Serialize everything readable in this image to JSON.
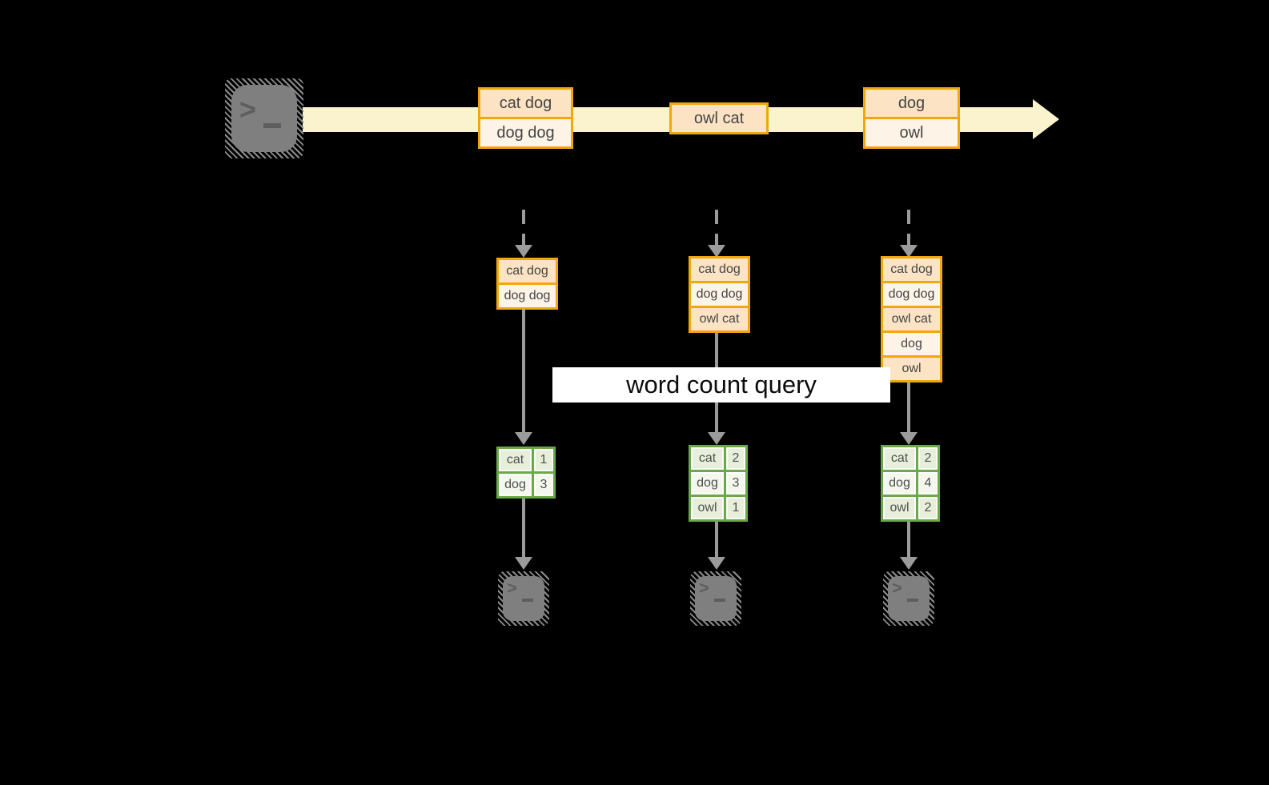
{
  "label": {
    "text": "word count query"
  },
  "terminal": {
    "prompt": ">"
  },
  "colors": {
    "background": "#000000",
    "stream_band": "#FBF2CE",
    "event_border": "#F0A70B",
    "event_fill_dark": "#FBE3C4",
    "event_fill_light": "#FDF3E6",
    "table_border": "#6BA84A",
    "table_fill_dark": "#E7EFDB",
    "table_fill_light": "#F3F7EC",
    "arrow_gray": "#9B9B9B",
    "terminal_gray": "#7F7F7F",
    "label_bg": "#FFFFFF"
  },
  "stream": {
    "events": [
      {
        "rows": [
          "cat dog",
          "dog dog"
        ]
      },
      {
        "rows": [
          "owl cat"
        ]
      },
      {
        "rows": [
          "dog",
          "owl"
        ]
      }
    ]
  },
  "batches": [
    {
      "rows": [
        "cat dog",
        "dog dog"
      ]
    },
    {
      "rows": [
        "cat dog",
        "dog dog",
        "owl cat"
      ]
    },
    {
      "rows": [
        "cat dog",
        "dog dog",
        "owl cat",
        "dog",
        "owl"
      ]
    }
  ],
  "results": [
    {
      "rows": [
        {
          "word": "cat",
          "count": "1"
        },
        {
          "word": "dog",
          "count": "3"
        }
      ]
    },
    {
      "rows": [
        {
          "word": "cat",
          "count": "2"
        },
        {
          "word": "dog",
          "count": "3"
        },
        {
          "word": "owl",
          "count": "1"
        }
      ]
    },
    {
      "rows": [
        {
          "word": "cat",
          "count": "2"
        },
        {
          "word": "dog",
          "count": "4"
        },
        {
          "word": "owl",
          "count": "2"
        }
      ]
    }
  ]
}
